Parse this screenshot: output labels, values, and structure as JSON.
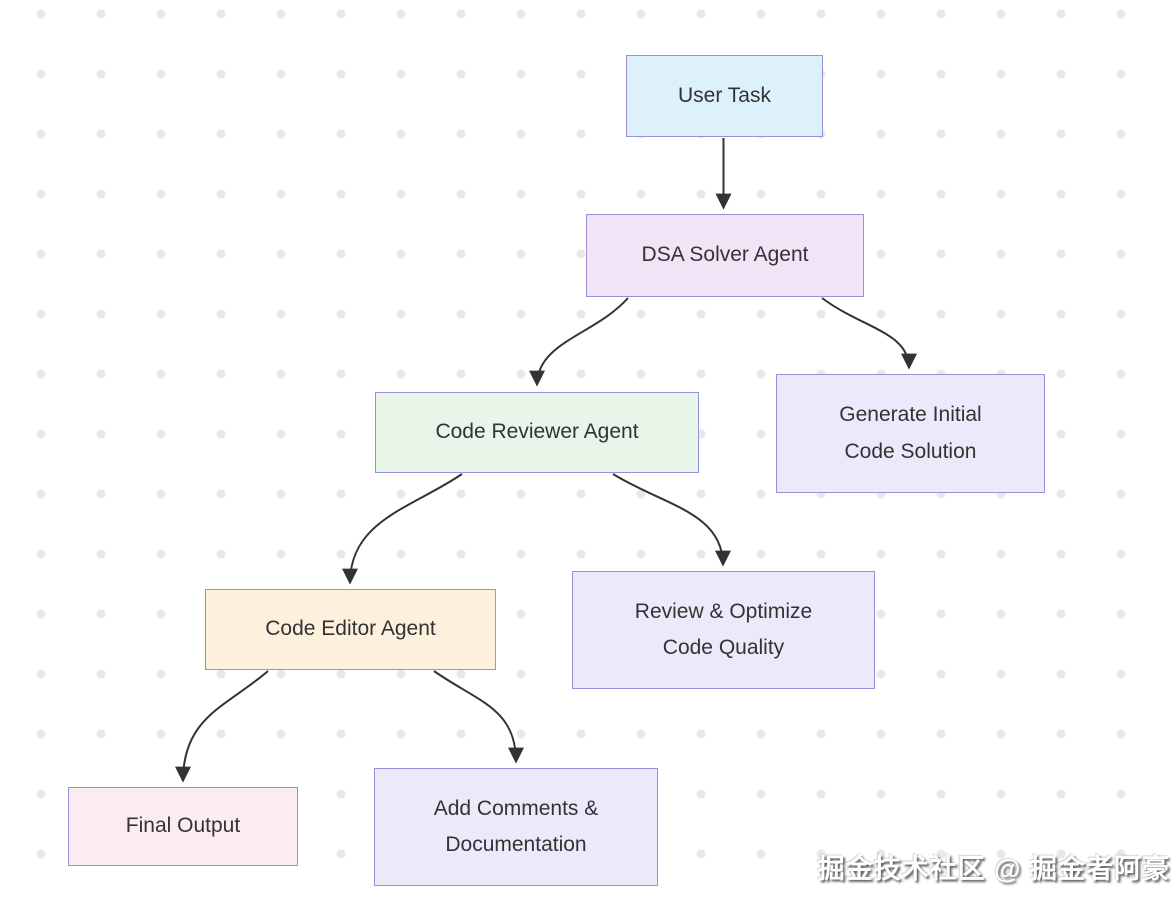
{
  "diagram": {
    "type": "flowchart",
    "direction": "top-down",
    "nodes": {
      "user_task": {
        "label": "User Task",
        "fill": "#ddf1fb",
        "border": "#9b8fd8"
      },
      "dsa_solver": {
        "label": "DSA Solver Agent",
        "fill": "#f2e3f7",
        "border": "#9b8fd8"
      },
      "code_reviewer": {
        "label": "Code Reviewer Agent",
        "fill": "#e8f5e9",
        "border": "#9b8fd8"
      },
      "generate_initial": {
        "label": "Generate Initial\nCode Solution",
        "fill": "#ebeafa",
        "border": "#9b8fd8"
      },
      "code_editor": {
        "label": "Code Editor Agent",
        "fill": "#fdf0dd",
        "border": "#9b8fd8"
      },
      "review_optimize": {
        "label": "Review & Optimize\nCode Quality",
        "fill": "#ebeafa",
        "border": "#9b8fd8"
      },
      "final_output": {
        "label": "Final Output",
        "fill": "#fbecf3",
        "border": "#9b8fd8"
      },
      "add_comments": {
        "label": "Add Comments &\nDocumentation",
        "fill": "#ebeafa",
        "border": "#9b8fd8"
      }
    },
    "edges": [
      {
        "from": "user_task",
        "to": "dsa_solver"
      },
      {
        "from": "dsa_solver",
        "to": "code_reviewer"
      },
      {
        "from": "dsa_solver",
        "to": "generate_initial"
      },
      {
        "from": "code_reviewer",
        "to": "code_editor"
      },
      {
        "from": "code_reviewer",
        "to": "review_optimize"
      },
      {
        "from": "code_editor",
        "to": "final_output"
      },
      {
        "from": "code_editor",
        "to": "add_comments"
      }
    ],
    "edge_color": "#333333",
    "text_color": "#333333",
    "background_dot_color": "#e8e8e8"
  },
  "watermark": {
    "text": "掘金技术社区 @ 掘金者阿豪"
  }
}
